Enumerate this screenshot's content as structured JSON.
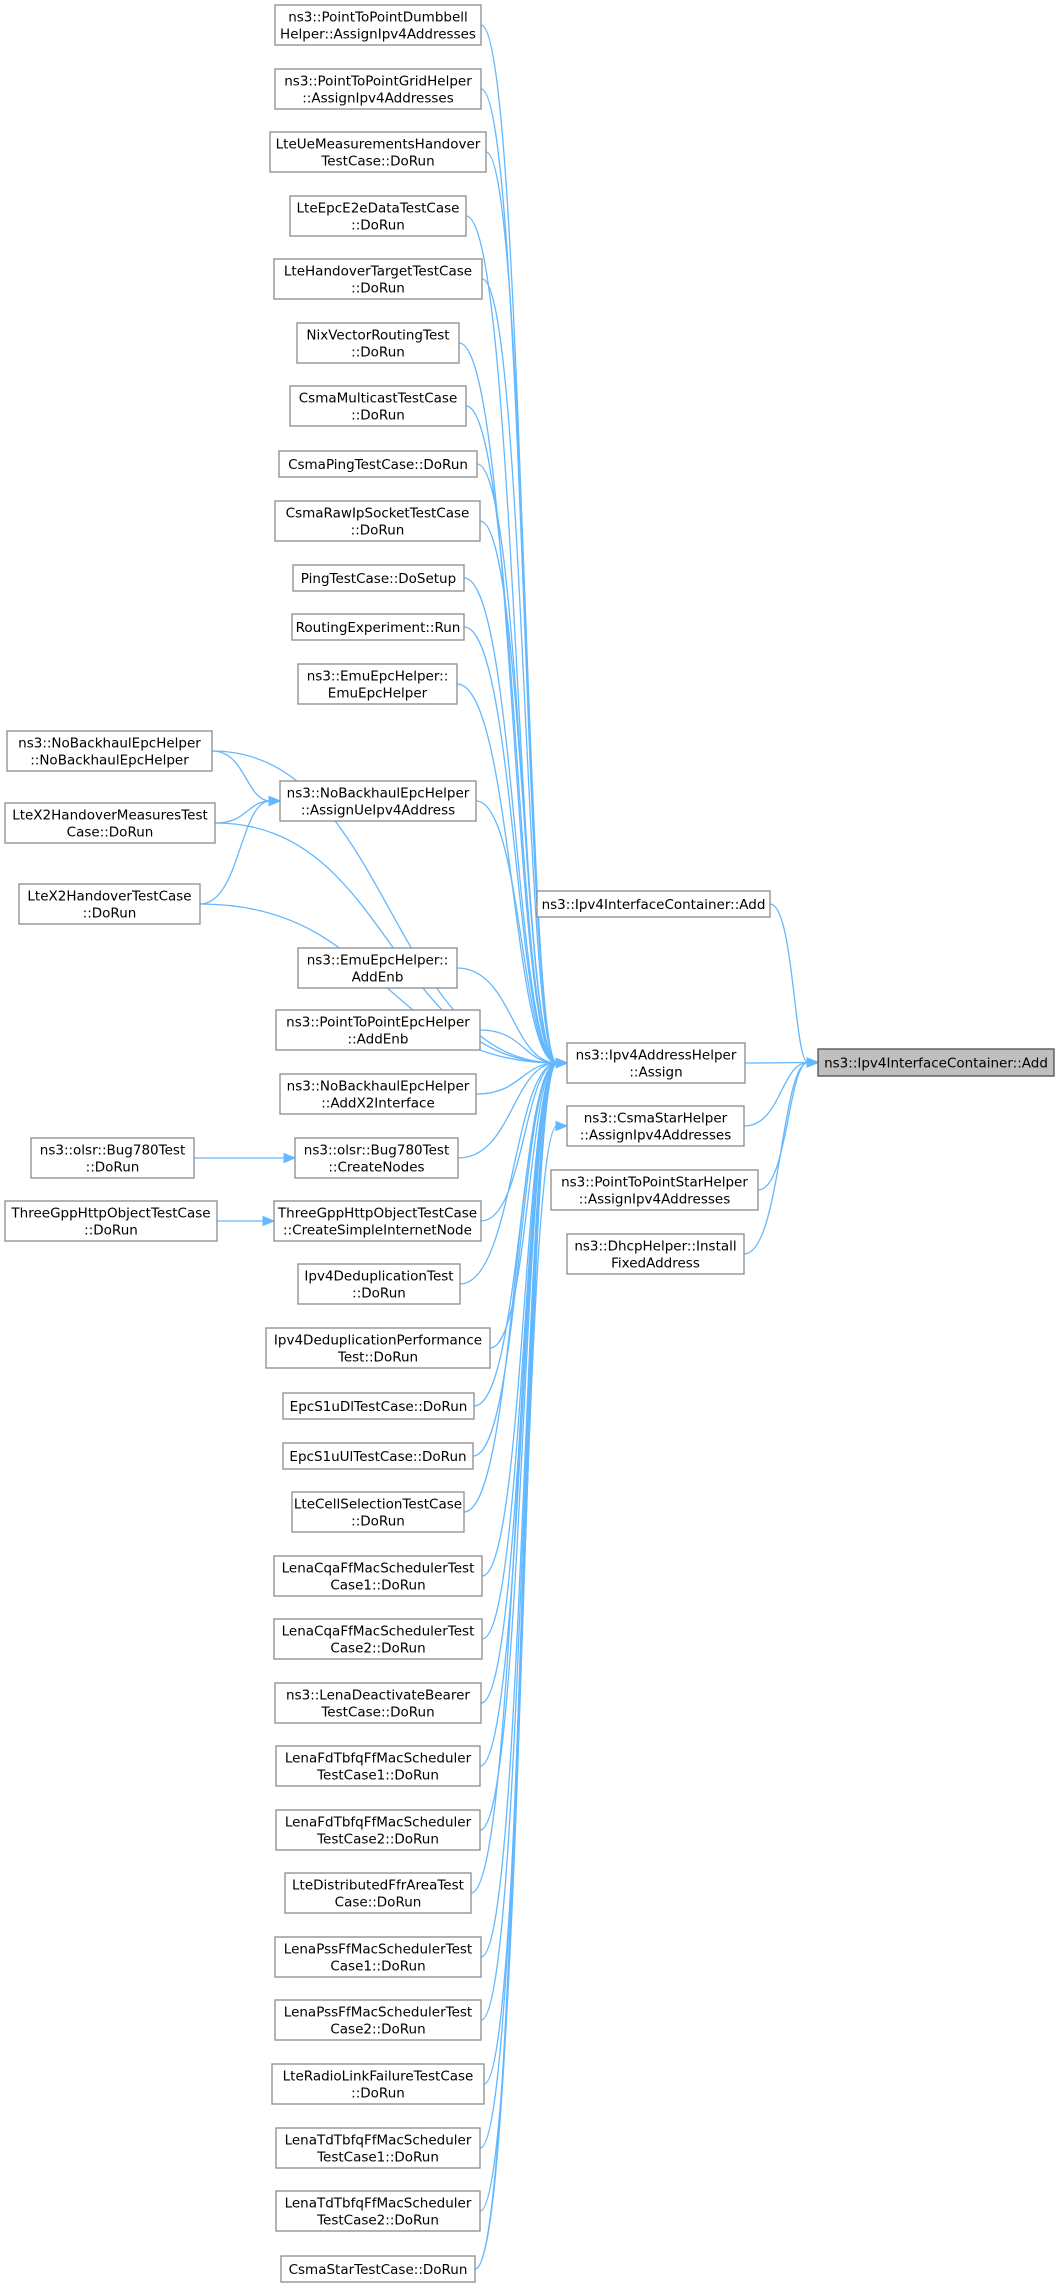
{
  "graph": {
    "title": "",
    "nodes": {
      "root": [
        "ns3::Ipv4InterfaceContainer::Add"
      ],
      "ipv4_assign": [
        "ns3::Ipv4AddressHelper",
        "::Assign"
      ],
      "container_add": [
        "ns3::Ipv4InterfaceContainer::Add"
      ],
      "csma_star": [
        "ns3::CsmaStarHelper",
        "::AssignIpv4Addresses"
      ],
      "p2p_star": [
        "ns3::PointToPointStarHelper",
        "::AssignIpv4Addresses"
      ],
      "dhcp_install": [
        "ns3::DhcpHelper::Install",
        "FixedAddress"
      ],
      "p2p_dumbbell": [
        "ns3::PointToPointDumbbell",
        "Helper::AssignIpv4Addresses"
      ],
      "p2p_grid": [
        "ns3::PointToPointGridHelper",
        "::AssignIpv4Addresses"
      ],
      "lte_ue_meas": [
        "LteUeMeasurementsHandover",
        "TestCase::DoRun"
      ],
      "lte_epc_e2e": [
        "LteEpcE2eDataTestCase",
        "::DoRun"
      ],
      "lte_handover_target": [
        "LteHandoverTargetTestCase",
        "::DoRun"
      ],
      "nix_vector": [
        "NixVectorRoutingTest",
        "::DoRun"
      ],
      "csma_multicast": [
        "CsmaMulticastTestCase",
        "::DoRun"
      ],
      "csma_ping": [
        "CsmaPingTestCase::DoRun"
      ],
      "csma_raw_ip": [
        "CsmaRawIpSocketTestCase",
        "::DoRun"
      ],
      "ping_setup": [
        "PingTestCase::DoSetup"
      ],
      "routing_exp": [
        "RoutingExperiment::Run"
      ],
      "emu_epc_helper": [
        "ns3::EmuEpcHelper::",
        "EmuEpcHelper"
      ],
      "nobackhaul_assign": [
        "ns3::NoBackhaulEpcHelper",
        "::AssignUeIpv4Address"
      ],
      "nobackhaul_ctor": [
        "ns3::NoBackhaulEpcHelper",
        "::NoBackhaulEpcHelper"
      ],
      "ltex2_measures": [
        "LteX2HandoverMeasuresTest",
        "Case::DoRun"
      ],
      "ltex2_handover": [
        "LteX2HandoverTestCase",
        "::DoRun"
      ],
      "emu_addenb": [
        "ns3::EmuEpcHelper::",
        "AddEnb"
      ],
      "p2p_epc_addenb": [
        "ns3::PointToPointEpcHelper",
        "::AddEnb"
      ],
      "nobackhaul_x2": [
        "ns3::NoBackhaulEpcHelper",
        "::AddX2Interface"
      ],
      "olsr_create": [
        "ns3::olsr::Bug780Test",
        "::CreateNodes"
      ],
      "olsr_dorun": [
        "ns3::olsr::Bug780Test",
        "::DoRun"
      ],
      "http_create": [
        "ThreeGppHttpObjectTestCase",
        "::CreateSimpleInternetNode"
      ],
      "http_dorun": [
        "ThreeGppHttpObjectTestCase",
        "::DoRun"
      ],
      "ipv4_dedup": [
        "Ipv4DeduplicationTest",
        "::DoRun"
      ],
      "ipv4_dedup_perf": [
        "Ipv4DeduplicationPerformance",
        "Test::DoRun"
      ],
      "epc_s1u_dl": [
        "EpcS1uDlTestCase::DoRun"
      ],
      "epc_s1u_ul": [
        "EpcS1uUlTestCase::DoRun"
      ],
      "lte_cell_sel": [
        "LteCellSelectionTestCase",
        "::DoRun"
      ],
      "lena_cqa1": [
        "LenaCqaFfMacSchedulerTest",
        "Case1::DoRun"
      ],
      "lena_cqa2": [
        "LenaCqaFfMacSchedulerTest",
        "Case2::DoRun"
      ],
      "lena_deactivate": [
        "ns3::LenaDeactivateBearer",
        "TestCase::DoRun"
      ],
      "lena_fdtbfq1": [
        "LenaFdTbfqFfMacScheduler",
        "TestCase1::DoRun"
      ],
      "lena_fdtbfq2": [
        "LenaFdTbfqFfMacScheduler",
        "TestCase2::DoRun"
      ],
      "lte_dist_ffr": [
        "LteDistributedFfrAreaTest",
        "Case::DoRun"
      ],
      "lena_pss1": [
        "LenaPssFfMacSchedulerTest",
        "Case1::DoRun"
      ],
      "lena_pss2": [
        "LenaPssFfMacSchedulerTest",
        "Case2::DoRun"
      ],
      "lte_rlf": [
        "LteRadioLinkFailureTestCase",
        "::DoRun"
      ],
      "lena_tdtbfq1": [
        "LenaTdTbfqFfMacScheduler",
        "TestCase1::DoRun"
      ],
      "lena_tdtbfq2": [
        "LenaTdTbfqFfMacScheduler",
        "TestCase2::DoRun"
      ],
      "csma_star_test": [
        "CsmaStarTestCase::DoRun"
      ]
    },
    "edges": [
      [
        "ipv4_assign",
        "root"
      ],
      [
        "container_add",
        "root"
      ],
      [
        "csma_star",
        "root"
      ],
      [
        "p2p_star",
        "root"
      ],
      [
        "dhcp_install",
        "root"
      ],
      [
        "p2p_dumbbell",
        "ipv4_assign"
      ],
      [
        "p2p_grid",
        "ipv4_assign"
      ],
      [
        "lte_ue_meas",
        "ipv4_assign"
      ],
      [
        "lte_epc_e2e",
        "ipv4_assign"
      ],
      [
        "lte_handover_target",
        "ipv4_assign"
      ],
      [
        "nix_vector",
        "ipv4_assign"
      ],
      [
        "csma_multicast",
        "ipv4_assign"
      ],
      [
        "csma_ping",
        "ipv4_assign"
      ],
      [
        "csma_raw_ip",
        "ipv4_assign"
      ],
      [
        "ping_setup",
        "ipv4_assign"
      ],
      [
        "routing_exp",
        "ipv4_assign"
      ],
      [
        "emu_epc_helper",
        "ipv4_assign"
      ],
      [
        "nobackhaul_assign",
        "ipv4_assign"
      ],
      [
        "emu_addenb",
        "ipv4_assign"
      ],
      [
        "p2p_epc_addenb",
        "ipv4_assign"
      ],
      [
        "nobackhaul_x2",
        "ipv4_assign"
      ],
      [
        "olsr_create",
        "ipv4_assign"
      ],
      [
        "http_create",
        "ipv4_assign"
      ],
      [
        "ipv4_dedup",
        "ipv4_assign"
      ],
      [
        "ipv4_dedup_perf",
        "ipv4_assign"
      ],
      [
        "epc_s1u_dl",
        "ipv4_assign"
      ],
      [
        "epc_s1u_ul",
        "ipv4_assign"
      ],
      [
        "lte_cell_sel",
        "ipv4_assign"
      ],
      [
        "lena_cqa1",
        "ipv4_assign"
      ],
      [
        "lena_cqa2",
        "ipv4_assign"
      ],
      [
        "lena_deactivate",
        "ipv4_assign"
      ],
      [
        "lena_fdtbfq1",
        "ipv4_assign"
      ],
      [
        "lena_fdtbfq2",
        "ipv4_assign"
      ],
      [
        "lte_dist_ffr",
        "ipv4_assign"
      ],
      [
        "lena_pss1",
        "ipv4_assign"
      ],
      [
        "lena_pss2",
        "ipv4_assign"
      ],
      [
        "lte_rlf",
        "ipv4_assign"
      ],
      [
        "lena_tdtbfq1",
        "ipv4_assign"
      ],
      [
        "lena_tdtbfq2",
        "ipv4_assign"
      ],
      [
        "csma_star_test",
        "ipv4_assign"
      ],
      [
        "nobackhaul_ctor",
        "ipv4_assign"
      ],
      [
        "ltex2_measures",
        "ipv4_assign"
      ],
      [
        "ltex2_handover",
        "ipv4_assign"
      ],
      [
        "nobackhaul_ctor",
        "nobackhaul_assign"
      ],
      [
        "ltex2_measures",
        "nobackhaul_assign"
      ],
      [
        "ltex2_handover",
        "nobackhaul_assign"
      ],
      [
        "olsr_dorun",
        "olsr_create"
      ],
      [
        "http_dorun",
        "http_create"
      ],
      [
        "csma_star_test",
        "csma_star"
      ]
    ]
  },
  "colors": {
    "edge": "#63b8ff",
    "node_border": "#8c8c8c",
    "root_fill": "#bfbfbf",
    "root_border": "#4d4d4d"
  }
}
